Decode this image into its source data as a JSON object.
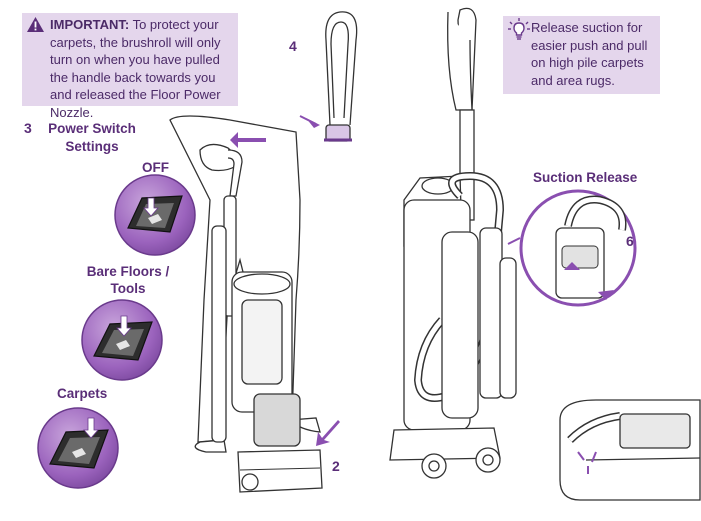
{
  "important_note": {
    "lead": "IMPORTANT:",
    "text": "To protect your carpets, the brushroll will only turn on when you have pulled the handle back towards you and released the Floor Power Nozzle."
  },
  "tip_note": {
    "text": "Release suction for easier push and pull on high pile carpets and area rugs."
  },
  "steps": {
    "step2": "2",
    "step3": "3",
    "step4": "4",
    "step6": "6"
  },
  "labels": {
    "power_switch_settings_line1": "Power Switch",
    "power_switch_settings_line2": "Settings",
    "off": "OFF",
    "bare_floors_line1": "Bare Floors /",
    "bare_floors_line2": "Tools",
    "carpets": "Carpets",
    "suction_release": "Suction Release"
  },
  "colors": {
    "accent_purple": "#8a4fb0",
    "note_background": "#e4d6ec",
    "text_purple": "#5a2e78"
  },
  "icons": [
    "warning-icon",
    "lightbulb-icon"
  ]
}
